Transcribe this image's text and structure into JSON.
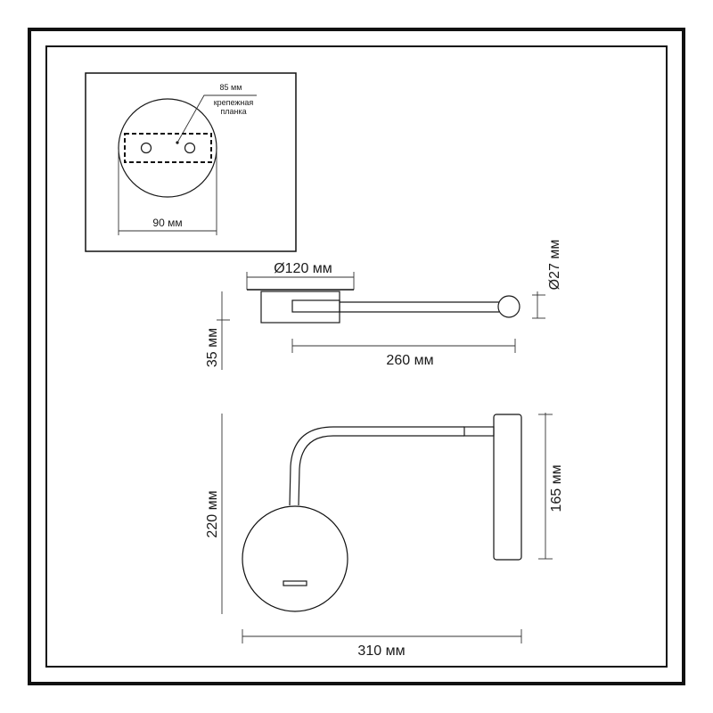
{
  "inset": {
    "label_85": "85 мм",
    "label_plate_line1": "крепежная",
    "label_plate_line2": "планка",
    "label_90": "90 мм"
  },
  "side_view": {
    "label_diameter_base": "Ø120 мм",
    "label_diameter_head": "Ø27 мм",
    "label_height": "35 мм",
    "label_arm_length": "260 мм"
  },
  "front_view": {
    "label_total_height": "220 мм",
    "label_plate_height": "165 мм",
    "label_total_width": "310 мм"
  }
}
